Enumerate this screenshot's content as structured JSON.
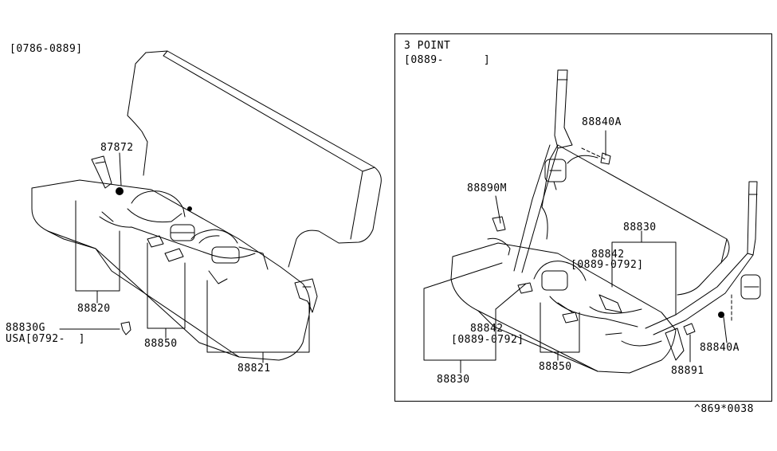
{
  "left_panel": {
    "date_range": "[0786-0889]",
    "parts": {
      "p87872": "87872",
      "p88820": "88820",
      "p88830g": "88830G",
      "p88830g_note": "USA[0792-  ]",
      "p88850": "88850",
      "p88821": "88821"
    }
  },
  "right_panel": {
    "title": "3 POINT",
    "date_range": "[0889-      ]",
    "parts": {
      "p88840a_top": "88840A",
      "p88890m": "88890M",
      "p88830_top": "88830",
      "p88842_top": "88842",
      "p88842_top_range": "[0889-0792]",
      "p88842_bottom": "88842",
      "p88842_bottom_range": "[0889-0792]",
      "p88830_bottom": "88830",
      "p88850": "88850",
      "p88840a_bottom": "88840A",
      "p88891": "88891"
    }
  },
  "footer": {
    "code": "^869*0038"
  }
}
